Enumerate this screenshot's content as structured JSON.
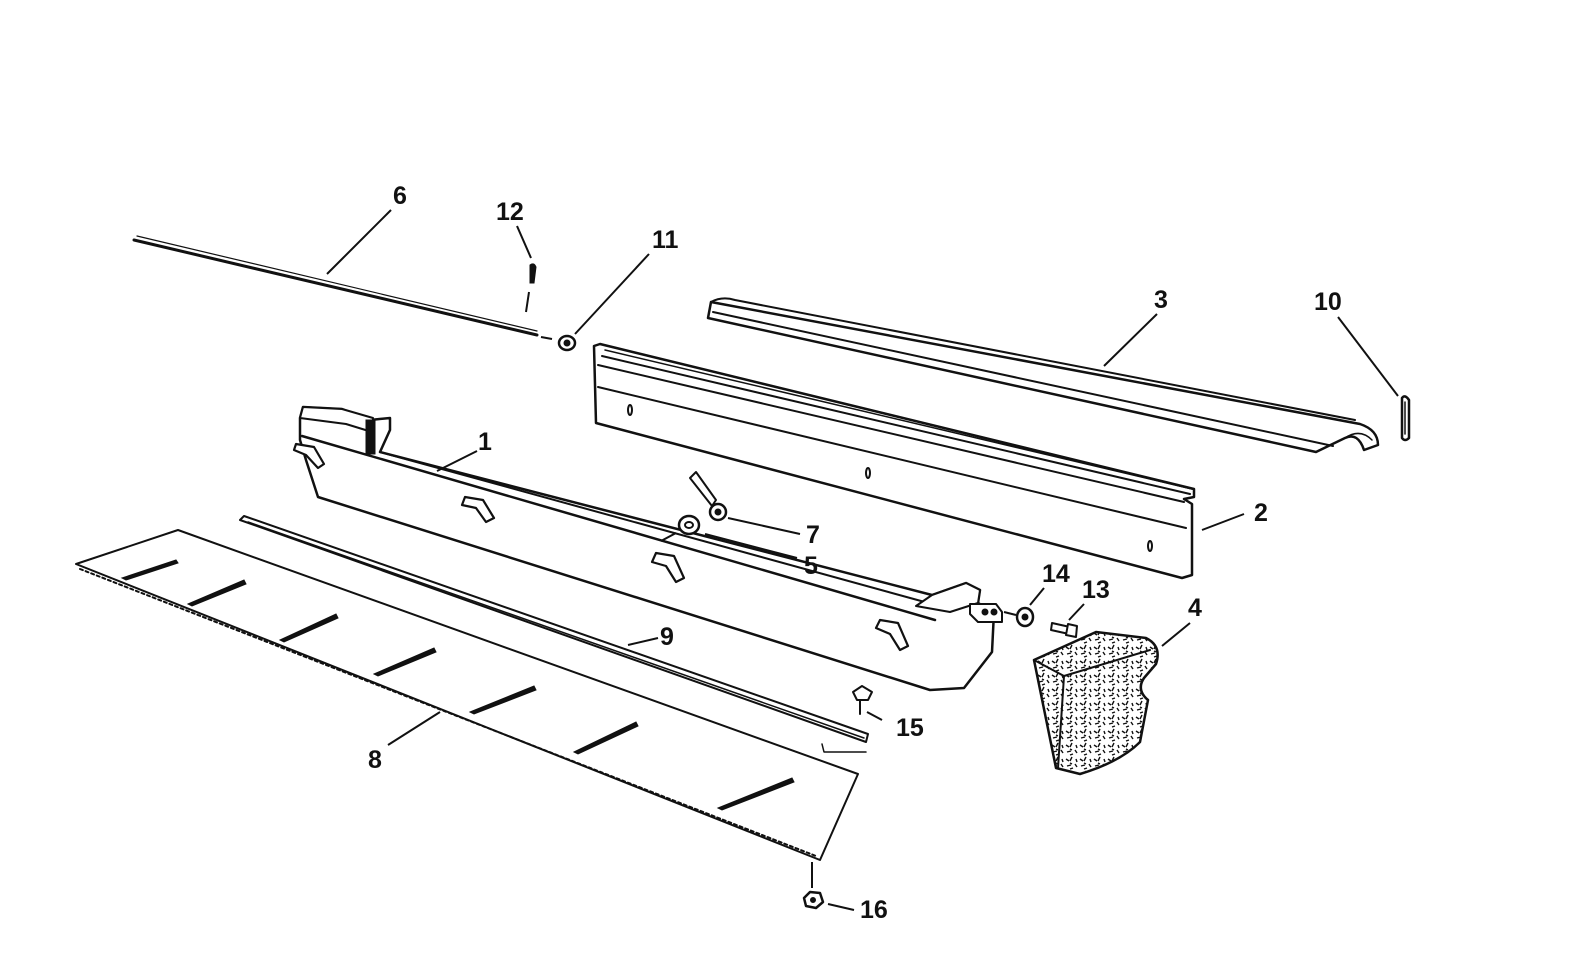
{
  "callouts": {
    "p1": "1",
    "p2": "2",
    "p3": "3",
    "p4": "4",
    "p5": "5",
    "p6": "6",
    "p7": "7",
    "p8": "8",
    "p9": "9",
    "p10": "10",
    "p11": "11",
    "p12": "12",
    "p13": "13",
    "p14": "14",
    "p15": "15",
    "p16": "16"
  },
  "colors": {
    "ink": "#111111",
    "paper": "#ffffff"
  }
}
